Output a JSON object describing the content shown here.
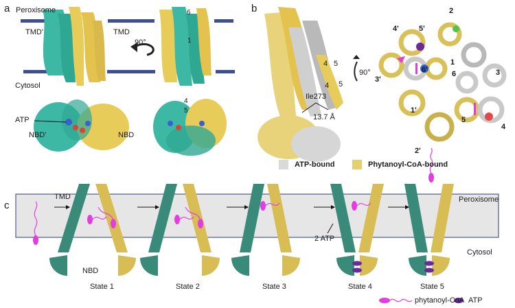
{
  "panel_a": {
    "letter": "a",
    "peroxisome": "Peroxisome",
    "tmd_prime": "TMD'",
    "tmd": "TMD",
    "cytosol": "Cytosol",
    "rotation": "90°",
    "atp": "ATP",
    "nbd_prime": "NBD'",
    "nbd": "NBD",
    "helix_6": "6",
    "helix_1": "1",
    "helix_4": "4",
    "helix_5": "5"
  },
  "panel_b": {
    "letter": "b",
    "ile_label": "Ile273",
    "distance": "13.7 Å",
    "rotation": "90°",
    "helix_labels_left": [
      "4",
      "5",
      "4",
      "5"
    ],
    "helix_labels_right": [
      "2",
      "4'",
      "5'",
      "1",
      "3'",
      "6'",
      "6",
      "3",
      "1'",
      "5",
      "4",
      "2'"
    ],
    "legend_atp_bound": "ATP-bound",
    "legend_phytanoyl_bound": "Phytanoyl-CoA-bound",
    "legend_atp_color": "#d9d9d9",
    "legend_phytanoyl_color": "#e6cf6e"
  },
  "panel_c": {
    "letter": "c",
    "tmd": "TMD",
    "nbd": "NBD",
    "peroxisome": "Peroxisome",
    "cytosol": "Cytosol",
    "two_atp": "2 ATP",
    "states": [
      "State 1",
      "State 2",
      "State 3",
      "State 4",
      "State 5"
    ],
    "legend_phytanoyl": "phytanoyl-CoA",
    "legend_atp": "ATP",
    "colors": {
      "teal": "#3a8a7a",
      "gold": "#d8bd55",
      "magenta": "#e23de0",
      "purple": "#6a2a9a",
      "membrane": "#e6e6e6",
      "membrane_line": "#4a5a8a"
    }
  }
}
